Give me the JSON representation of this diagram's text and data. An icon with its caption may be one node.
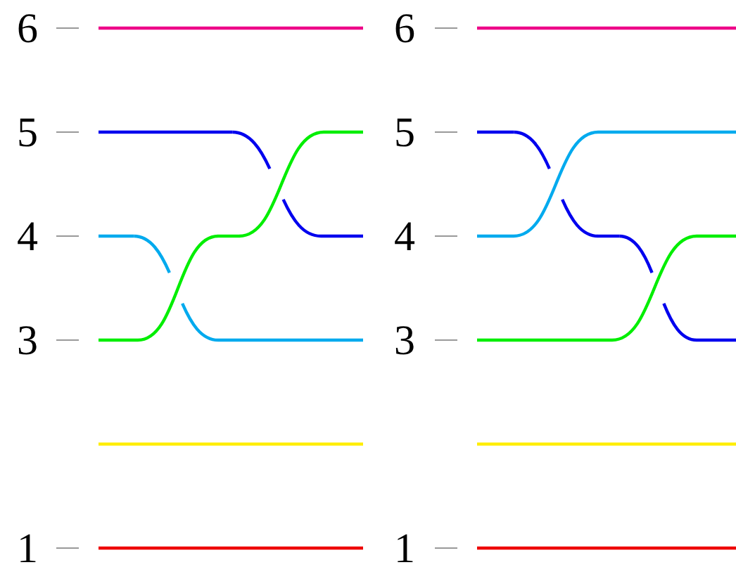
{
  "diagram": {
    "labels": [
      "6",
      "6",
      "5",
      "5",
      "4",
      "4",
      "3",
      "3",
      "1",
      "1"
    ]
  }
}
